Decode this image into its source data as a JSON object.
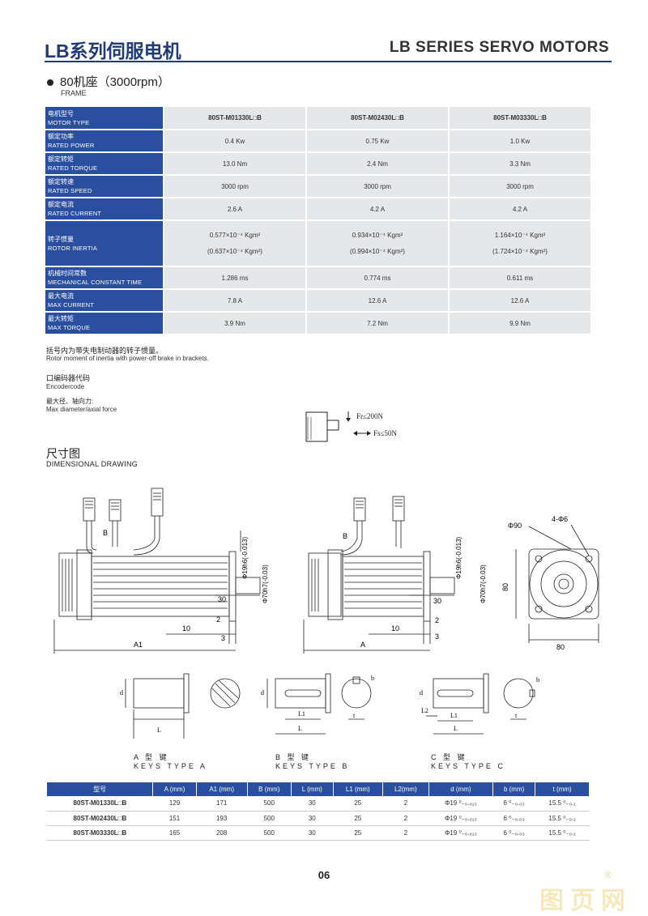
{
  "header": {
    "title_cn": "LB系列伺服电机",
    "title_en": "LB SERIES SERVO MOTORS"
  },
  "frame": {
    "label": "80机座（3000rpm）",
    "sub": "FRAME"
  },
  "spec_table": {
    "rows": [
      {
        "cn": "电机型号",
        "en": "MOTOR TYPE",
        "values": [
          "80ST-M01330L□B",
          "80ST-M02430L□B",
          "80ST-M03330L□B"
        ]
      },
      {
        "cn": "额定功率",
        "en": "RATED POWER",
        "values": [
          "0.4 Kw",
          "0.75 Kw",
          "1.0 Kw"
        ]
      },
      {
        "cn": "额定转矩",
        "en": "RATED TORQUE",
        "values": [
          "13.0 Nm",
          "2.4 Nm",
          "3.3 Nm"
        ]
      },
      {
        "cn": "额定转速",
        "en": "RATED SPEED",
        "values": [
          "3000 rpm",
          "3000 rpm",
          "3000 rpm"
        ]
      },
      {
        "cn": "额定电流",
        "en": "RATED CURRENT",
        "values": [
          "2.6 A",
          "4.2 A",
          "4.2 A"
        ]
      },
      {
        "cn": "转子惯量",
        "en": "ROTOR INERTIA",
        "values": [
          "0.577×10⁻⁴ Kgm²",
          "0.934×10⁻⁴ Kgm²",
          "1.164×10⁻⁴ Kgm²"
        ],
        "values2": [
          "(0.637×10⁻⁴ Kgm²)",
          "(0.994×10⁻⁴ Kgm²)",
          "(1.724×10⁻⁴ Kgm²)"
        ]
      },
      {
        "cn": "机械时间常数",
        "en": "MECHANICAL CONSTANT TIME",
        "values": [
          "1.286 ms",
          "0.774 ms",
          "0.611 ms"
        ]
      },
      {
        "cn": "最大电流",
        "en": "MAX CURRENT",
        "values": [
          "7.8 A",
          "12.6 A",
          "12.6 A"
        ]
      },
      {
        "cn": "最大转矩",
        "en": "MAX TORQUE",
        "values": [
          "3.9 Nm",
          "7.2 Nm",
          "9.9 Nm"
        ]
      }
    ]
  },
  "notes": {
    "brake_cn": "括号内为带失电制动器的转子惯量。",
    "brake_en": "Rotor moment of inertia with power-off brake in brackets.",
    "encoder_cn": "口编码器代码",
    "encoder_en": "Encodercode",
    "max_cn": "最大径、轴向力:",
    "max_en": "Max diameter/axial force",
    "fr": "Fr≤200N",
    "fs": "Fs≤50N"
  },
  "drawing": {
    "title_cn": "尺寸图",
    "title_en": "DIMENSIONAL DRAWING",
    "labels": {
      "B": "B",
      "A1": "A1",
      "A": "A",
      "d30": "30",
      "d10": "10",
      "d2": "2",
      "d3": "3",
      "phi19": "Φ19h6(-0.013)",
      "phi70": "Φ70h7(-0.03)",
      "phi90": "Φ90",
      "holes": "4-Φ6",
      "d80v": "80",
      "d80h": "80",
      "d": "d",
      "L": "L",
      "L1": "L1",
      "L2": "L2",
      "b": "b",
      "t": "t"
    },
    "keys": [
      {
        "cn": "A  型  键",
        "en": "KEYS TYPE A"
      },
      {
        "cn": "B  型  键",
        "en": "KEYS TYPE B"
      },
      {
        "cn": "C  型  键",
        "en": "KEYS TYPE C"
      }
    ]
  },
  "dims_table": {
    "headers": [
      "型号",
      "A (mm)",
      "A1 (mm)",
      "B (mm)",
      "L (mm)",
      "L1 (mm)",
      "L2(mm)",
      "d (mm)",
      "b (mm)",
      "t (mm)"
    ],
    "rows": [
      [
        "80ST-M01330L□B",
        "129",
        "171",
        "500",
        "30",
        "25",
        "2",
        "Φ19 ⁰₋₀.₀₁₃",
        "6 ⁰₋₀.₀₃",
        "15.5 ⁰₋₀.₁"
      ],
      [
        "80ST-M02430L□B",
        "151",
        "193",
        "500",
        "30",
        "25",
        "2",
        "Φ19 ⁰₋₀.₀₁₃",
        "6 ⁰₋₀.₀₃",
        "15.5 ⁰₋₀.₁"
      ],
      [
        "80ST-M03330L□B",
        "165",
        "208",
        "500",
        "30",
        "25",
        "2",
        "Φ19 ⁰₋₀.₀₁₃",
        "6 ⁰₋₀.₀₃",
        "15.5 ⁰₋₀.₁"
      ]
    ]
  },
  "footer": {
    "page": "06",
    "watermark": "图页网",
    "reg": "®"
  }
}
